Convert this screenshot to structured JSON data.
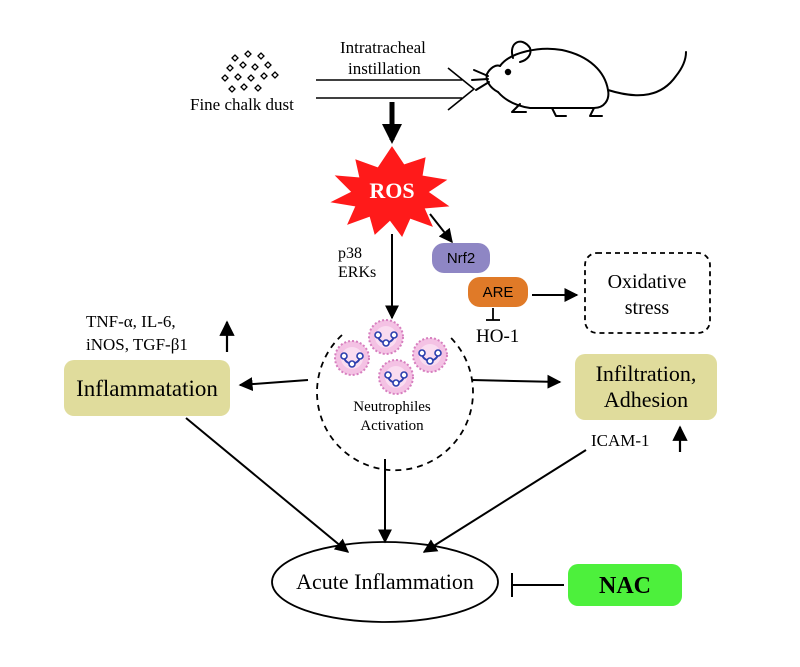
{
  "source": {
    "label": "Fine chalk dust",
    "route_label_line1": "Intratracheal",
    "route_label_line2": "instillation"
  },
  "ros": {
    "label": "ROS"
  },
  "kinases": {
    "line1": "p38",
    "line2": "ERKs"
  },
  "nrf2": {
    "label": "Nrf2"
  },
  "are": {
    "label": "ARE"
  },
  "ho1": {
    "label": "HO-1"
  },
  "oxidative": {
    "line1": "Oxidative",
    "line2": "stress"
  },
  "cytokines": {
    "line1": "TNF-α, IL-6,",
    "line2": "iNOS, TGF-β1"
  },
  "inflammation_box": {
    "label": "Inflammatation"
  },
  "neutrophils": {
    "line1": "Neutrophiles",
    "line2": "Activation"
  },
  "infiltration_box": {
    "line1": "Infiltration,",
    "line2": "Adhesion"
  },
  "icam": {
    "label": "ICAM-1"
  },
  "acute": {
    "label": "Acute Inflammation"
  },
  "nac": {
    "label": "NAC"
  },
  "colors": {
    "ros_red": "#ff1a1a",
    "nrf2_purple": "#8e86c4",
    "are_orange": "#e07a28",
    "box_khaki": "#e0dc9c",
    "nac_green": "#4df03c"
  }
}
